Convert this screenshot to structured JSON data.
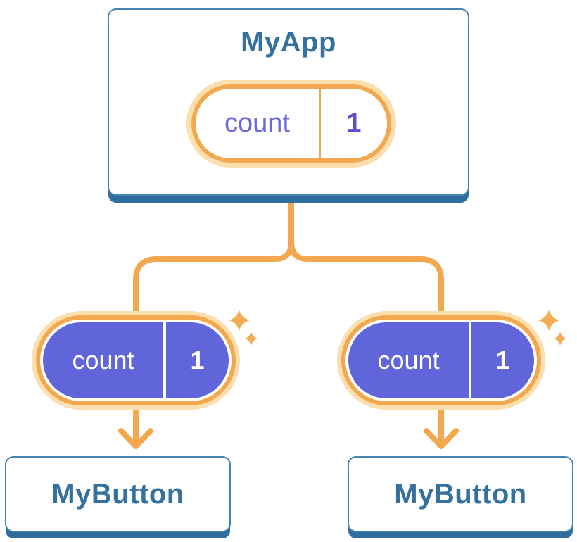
{
  "diagram": {
    "root": {
      "title": "MyApp",
      "state": {
        "key": "count",
        "value": "1"
      }
    },
    "children": [
      {
        "title": "MyButton",
        "state": {
          "key": "count",
          "value": "1"
        }
      },
      {
        "title": "MyButton",
        "state": {
          "key": "count",
          "value": "1"
        }
      }
    ]
  },
  "palette": {
    "card_border_blue": "#4484B1",
    "card_shadow_blue": "#2E6D9D",
    "title_text_blue": "#35719F",
    "wire_orange": "#F3A84F",
    "glow_orange": "#FBDFAE",
    "sparkle_orange": "#F5AD55",
    "state_fill_purple": "#6065D9",
    "state_key_purple": "#6E66DD",
    "state_value_purple": "#5B50CC",
    "state_text_white": "#FFFFFF"
  }
}
